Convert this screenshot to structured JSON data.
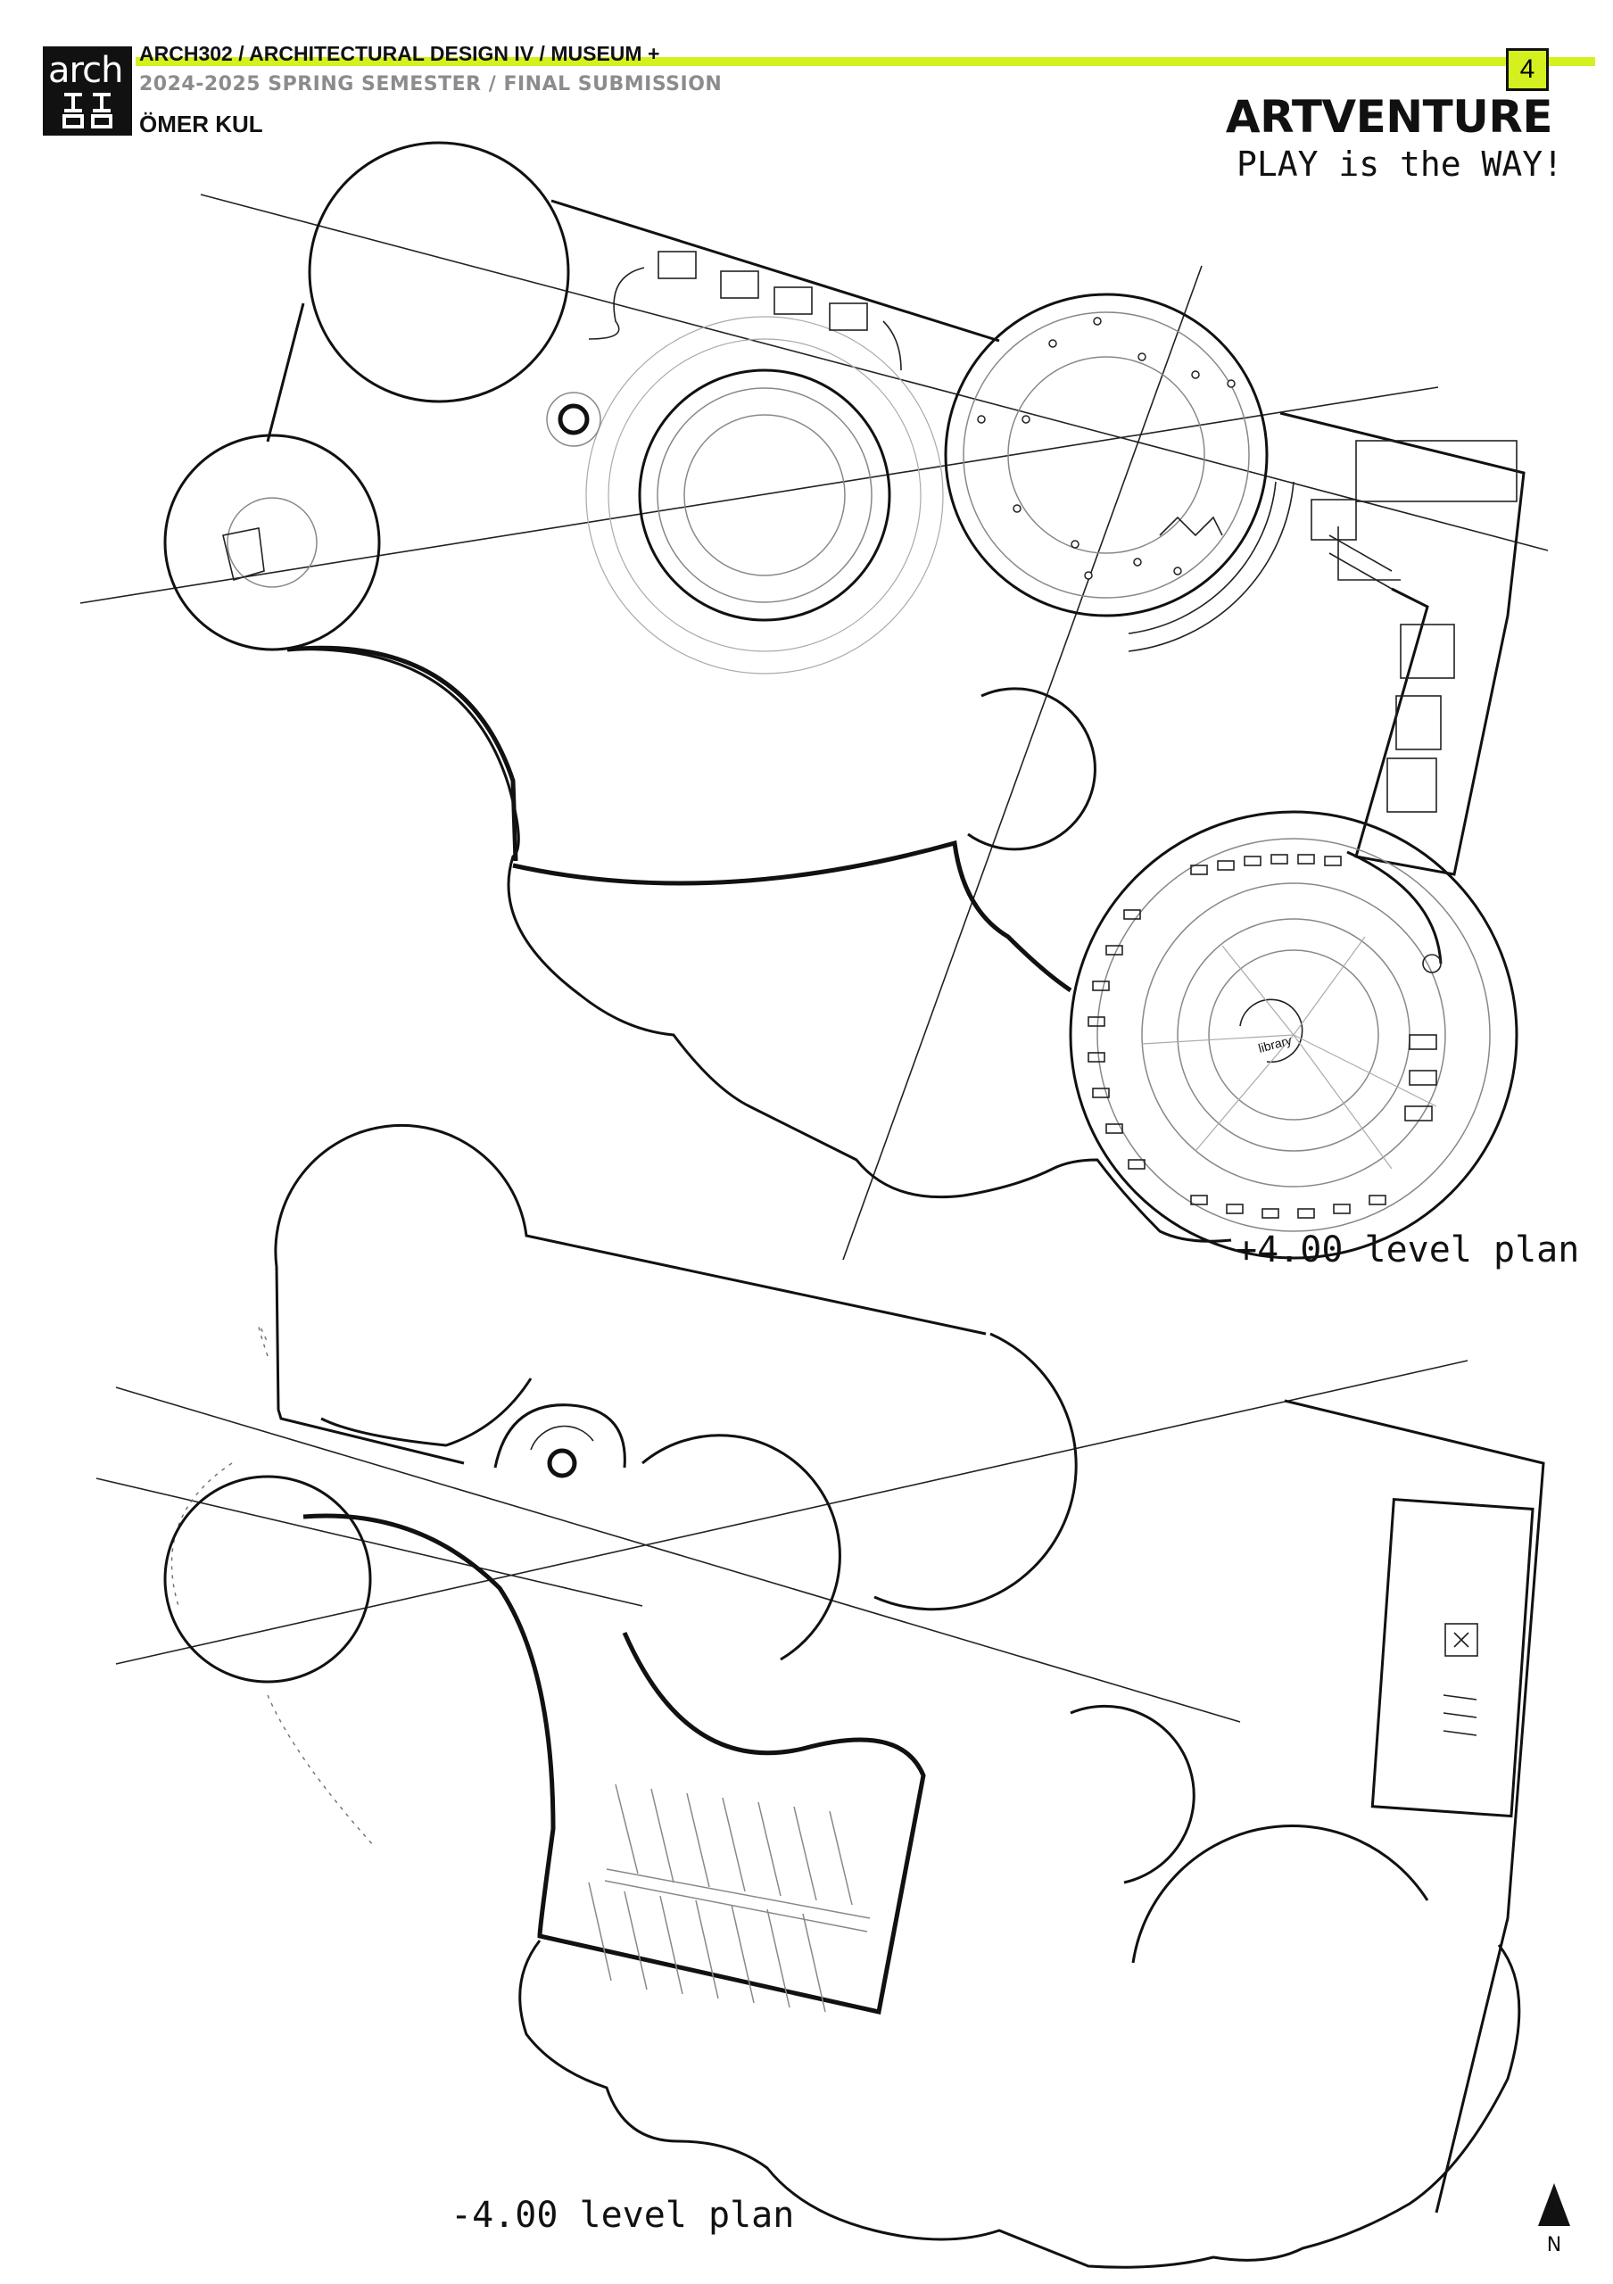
{
  "header": {
    "logo_text": "arch",
    "course": "ARCH302 / ARCHITECTURAL DESIGN IV / MUSEUM +",
    "semester": "2024-2025 SPRING SEMESTER / FINAL SUBMISSION",
    "author": "ÖMER KUL",
    "page_number": "4",
    "accent_color": "#d4f01f"
  },
  "project": {
    "title": "ARTVENTURE",
    "subtitle": "PLAY is the WAY!"
  },
  "plans": {
    "upper_label": "+4.00 level plan",
    "lower_label": "-4.00 level plan",
    "library_label": "library"
  },
  "north_arrow": {
    "letter": "N"
  }
}
